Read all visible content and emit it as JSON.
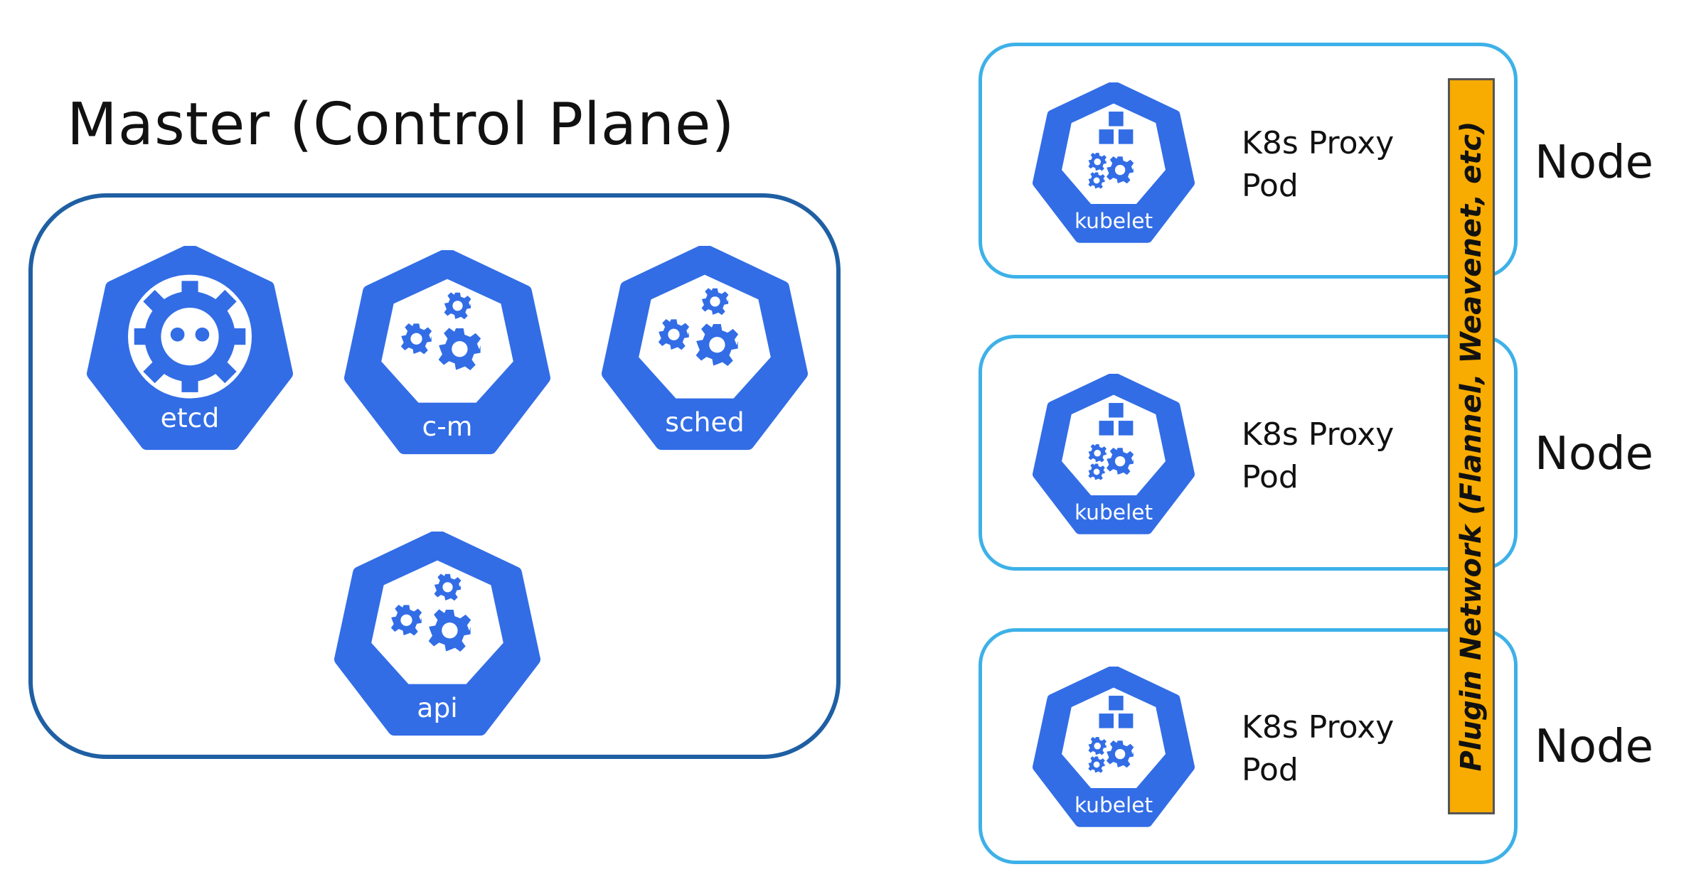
{
  "master": {
    "title": "Master (Control Plane)",
    "components": [
      {
        "label": "etcd",
        "icon": "etcd-icon"
      },
      {
        "label": "c-m",
        "icon": "gears-icon"
      },
      {
        "label": "sched",
        "icon": "gears-icon"
      },
      {
        "label": "api",
        "icon": "gears-icon"
      }
    ]
  },
  "nodes": [
    {
      "kubelet": "kubelet",
      "proxy_line1": "K8s Proxy",
      "proxy_line2": "Pod",
      "label": "Node"
    },
    {
      "kubelet": "kubelet",
      "proxy_line1": "K8s Proxy",
      "proxy_line2": "Pod",
      "label": "Node"
    },
    {
      "kubelet": "kubelet",
      "proxy_line1": "K8s Proxy",
      "proxy_line2": "Pod",
      "label": "Node"
    }
  ],
  "plugin_network": "Plugin Network (Flannel, Weavenet, etc)",
  "colors": {
    "k8s_blue": "#326de6",
    "master_border": "#1f5fa3",
    "node_border": "#3db1e8",
    "plugin_bar": "#f8ab00"
  }
}
